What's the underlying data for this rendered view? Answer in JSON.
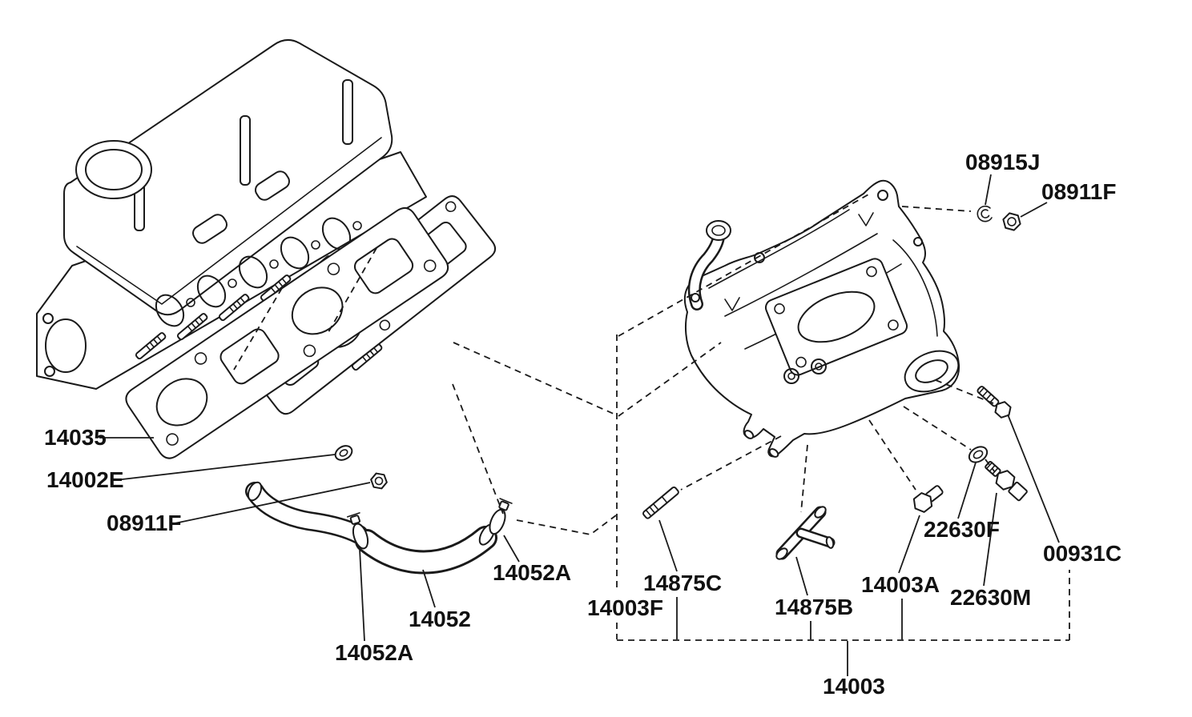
{
  "diagram": {
    "type": "exploded-parts-diagram",
    "subject": "engine intake manifold and gasket assembly",
    "background_color": "#ffffff",
    "line_color": "#1a1a1a",
    "text_color": "#111111",
    "labels": [
      {
        "id": "08915J",
        "text": "08915J"
      },
      {
        "id": "08911F-top-right",
        "text": "08911F"
      },
      {
        "id": "14035",
        "text": "14035"
      },
      {
        "id": "14002E",
        "text": "14002E"
      },
      {
        "id": "08911F-left",
        "text": "08911F"
      },
      {
        "id": "14052A-right",
        "text": "14052A"
      },
      {
        "id": "14052",
        "text": "14052"
      },
      {
        "id": "14052A-left",
        "text": "14052A"
      },
      {
        "id": "14003F",
        "text": "14003F"
      },
      {
        "id": "14875C",
        "text": "14875C"
      },
      {
        "id": "14875B",
        "text": "14875B"
      },
      {
        "id": "14003A",
        "text": "14003A"
      },
      {
        "id": "22630F",
        "text": "22630F"
      },
      {
        "id": "22630M",
        "text": "22630M"
      },
      {
        "id": "00931C",
        "text": "00931C"
      },
      {
        "id": "14003",
        "text": "14003"
      }
    ]
  }
}
